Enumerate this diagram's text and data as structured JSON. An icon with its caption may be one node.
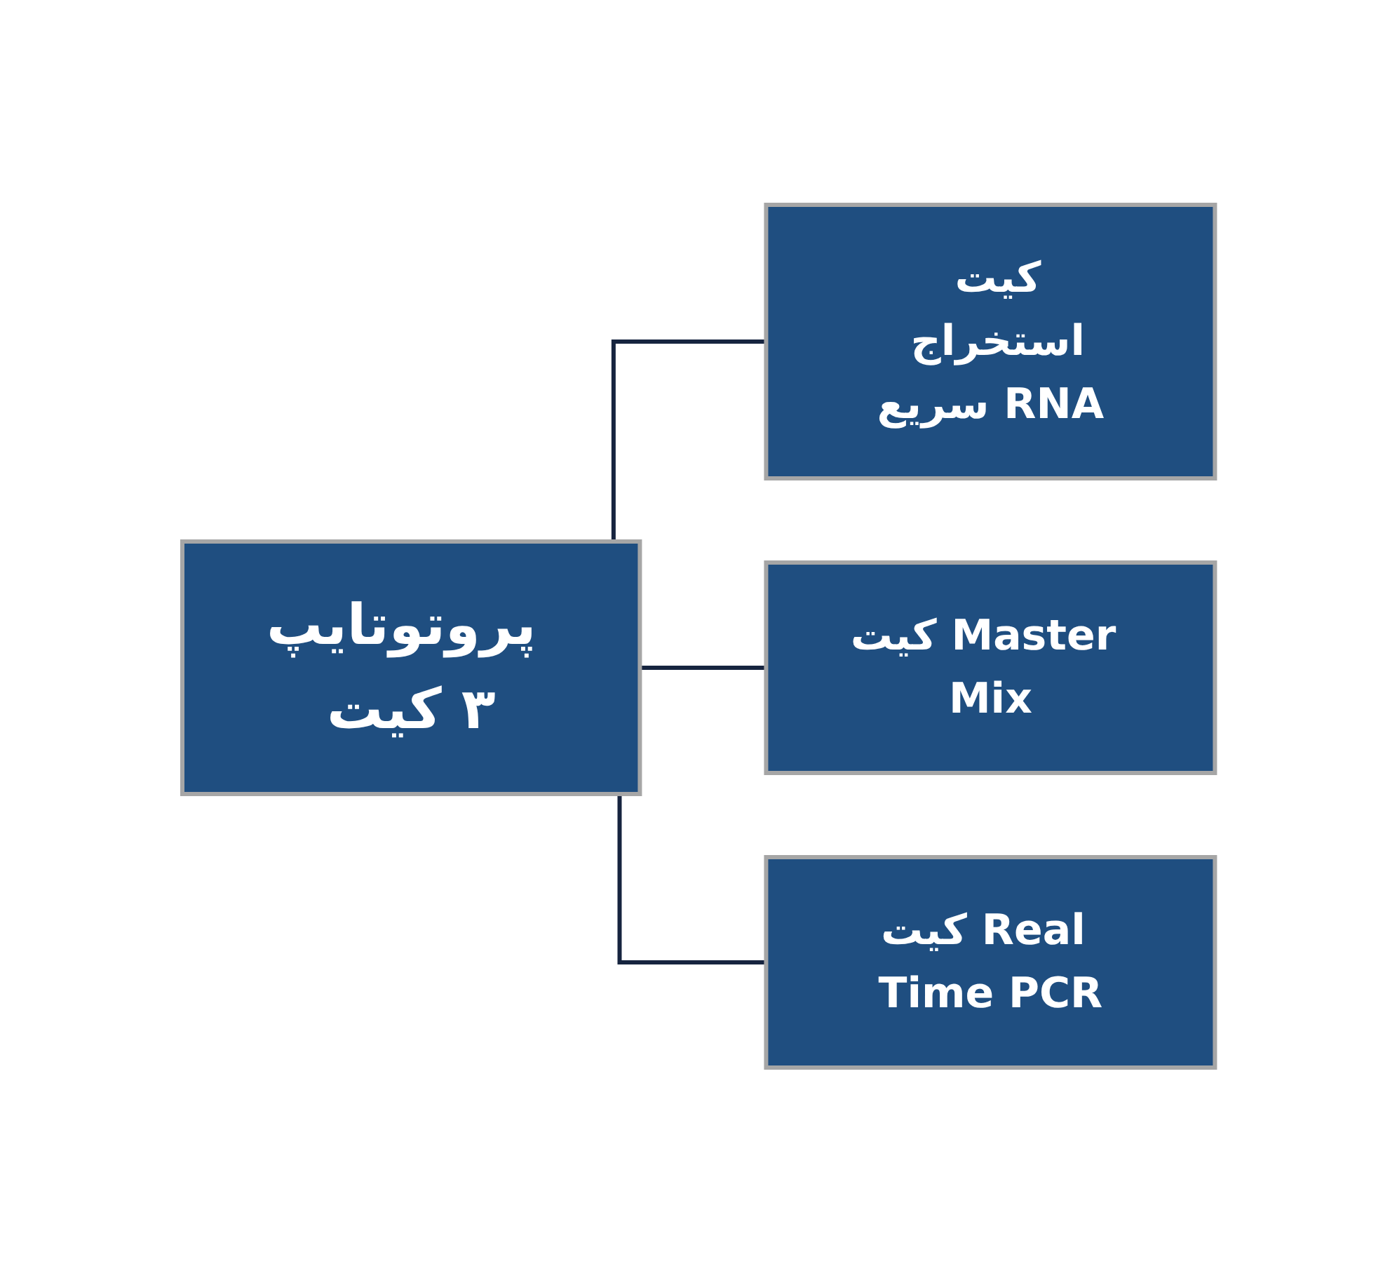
{
  "diagram": {
    "nodes": [
      {
        "text": [
          "پروتوتایپ ۳ کیت"
        ]
      },
      {
        "text": [
          "کیت استخراج سریع RNA"
        ]
      },
      {
        "text": [
          "کیت Master Mix"
        ]
      },
      {
        "text": [
          "کیت Real Time PCR"
        ]
      }
    ],
    "edges": [
      {
        "from": 0,
        "to": 1,
        "arrow": "none"
      },
      {
        "from": 0,
        "to": 2,
        "arrow": "none"
      },
      {
        "from": 0,
        "to": 3,
        "arrow": "none"
      }
    ]
  }
}
